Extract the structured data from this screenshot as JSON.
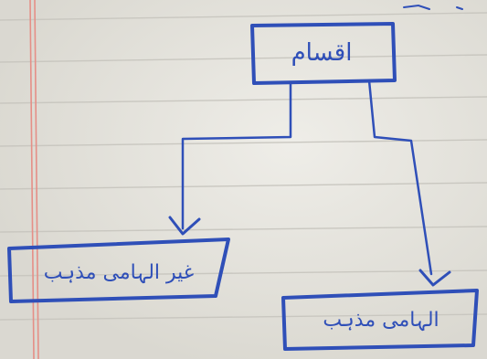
{
  "diagram": {
    "root": {
      "text": "اقسام"
    },
    "children": [
      {
        "text": "غیر الہامی مذہب"
      },
      {
        "text": "الہامی مذہب"
      }
    ]
  },
  "colors": {
    "ink": "#2f4fb8",
    "paper": "#e6e4dc",
    "ruled_line": "#c9c7c0",
    "margin_line": "#e58f87"
  }
}
